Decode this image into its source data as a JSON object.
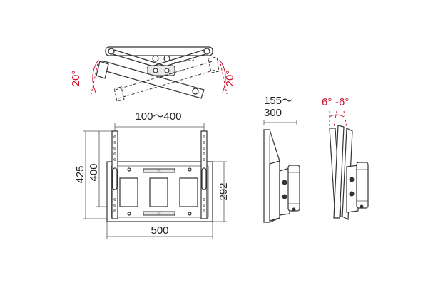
{
  "top_view": {
    "swivel_left": "20°",
    "swivel_right": "20°"
  },
  "front_view": {
    "vesa_horizontal": "100～400",
    "height_overall": "425",
    "vesa_vertical": "400",
    "plate_height": "292",
    "plate_width": "500"
  },
  "side_view": {
    "depth_line1": "155～",
    "depth_line2": "300"
  },
  "tilt_view": {
    "tilt_up": "6°",
    "tilt_down": "-6°"
  },
  "colors": {
    "line": "#333333",
    "accent": "#c8102e"
  }
}
